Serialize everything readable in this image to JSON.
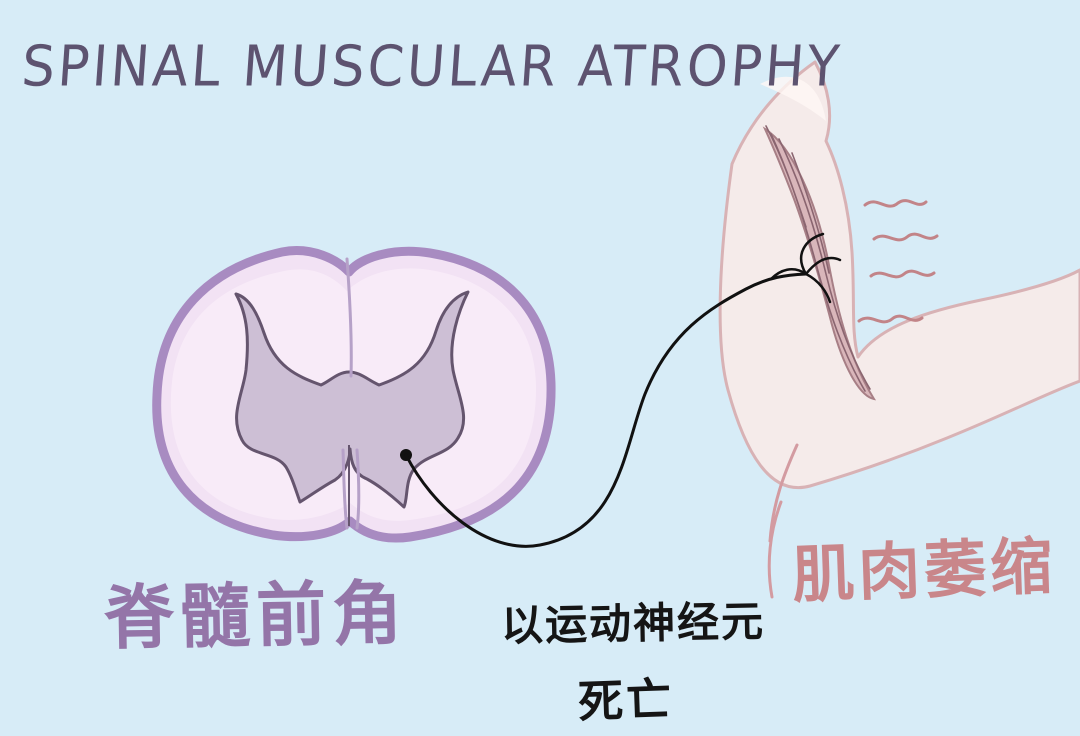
{
  "diagram": {
    "title": "SPINAL MUSCULAR  ATROPHY",
    "labels": {
      "anterior_horn": "脊髓前角",
      "motor_neuron": "以运动神经元",
      "death": "死亡",
      "muscle_atrophy": "肌肉萎缩"
    },
    "colors": {
      "background": "#d7ecf7",
      "spinal_cord_outer": "#a88bc1",
      "spinal_cord_fill": "#f3e4f5",
      "gray_matter": "#cdbfd5",
      "gray_matter_outline": "#65556e",
      "nerve": "#111111",
      "arm_skin": "#f5e9e8",
      "muscle": "#dcb6ba",
      "muscle_lines": "#8a6570",
      "tremor_lines": "#c28488"
    }
  }
}
